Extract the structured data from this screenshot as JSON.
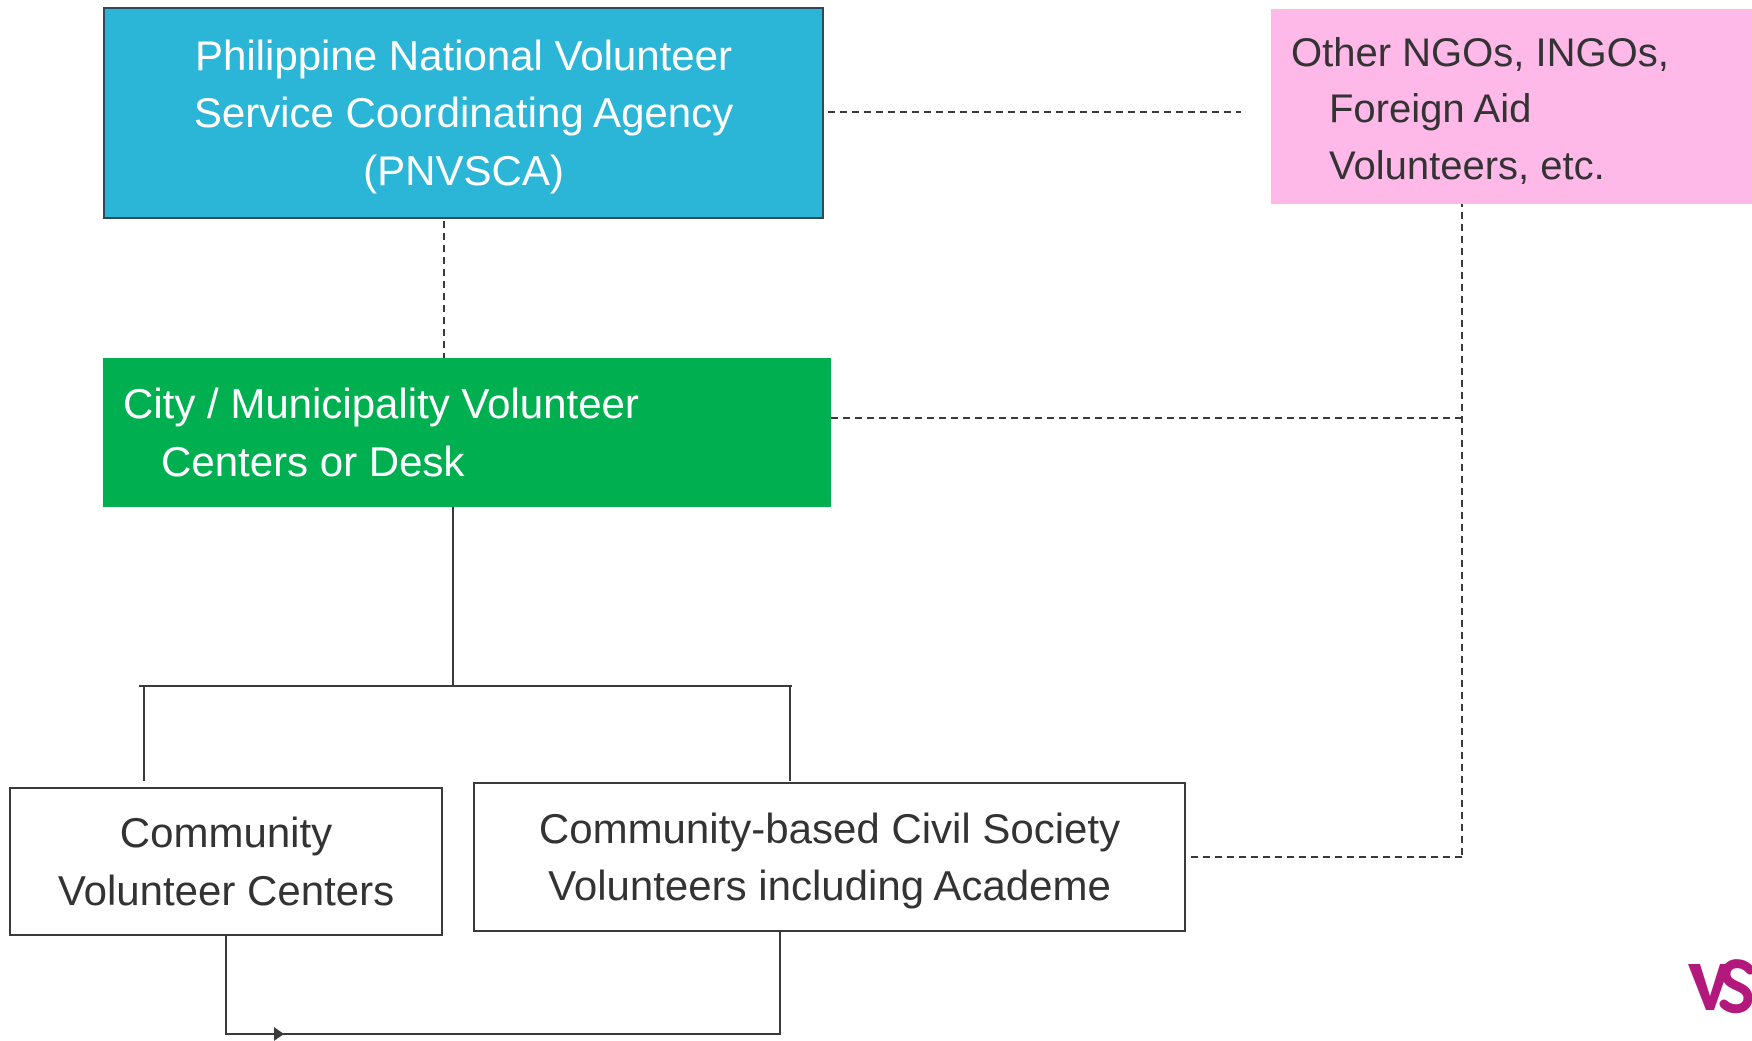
{
  "nodes": {
    "pnvsca": {
      "lines": [
        "Philippine National Volunteer",
        "Service Coordinating Agency",
        "(PNVSCA)"
      ],
      "fill": "#2bb5d6"
    },
    "other": {
      "lines": [
        "Other NGOs, INGOs,",
        "Foreign Aid",
        "Volunteers, etc."
      ],
      "fill": "#ffb9e8"
    },
    "city": {
      "lines": [
        "City / Municipality Volunteer",
        "Centers or Desk"
      ],
      "fill": "#00b050"
    },
    "community": {
      "lines": [
        "Community",
        "Volunteer Centers"
      ],
      "fill": "#ffffff"
    },
    "civil": {
      "lines": [
        "Community-based Civil Society",
        "Volunteers including Academe"
      ],
      "fill": "#ffffff"
    }
  },
  "logo": {
    "color": "#b3187c"
  }
}
